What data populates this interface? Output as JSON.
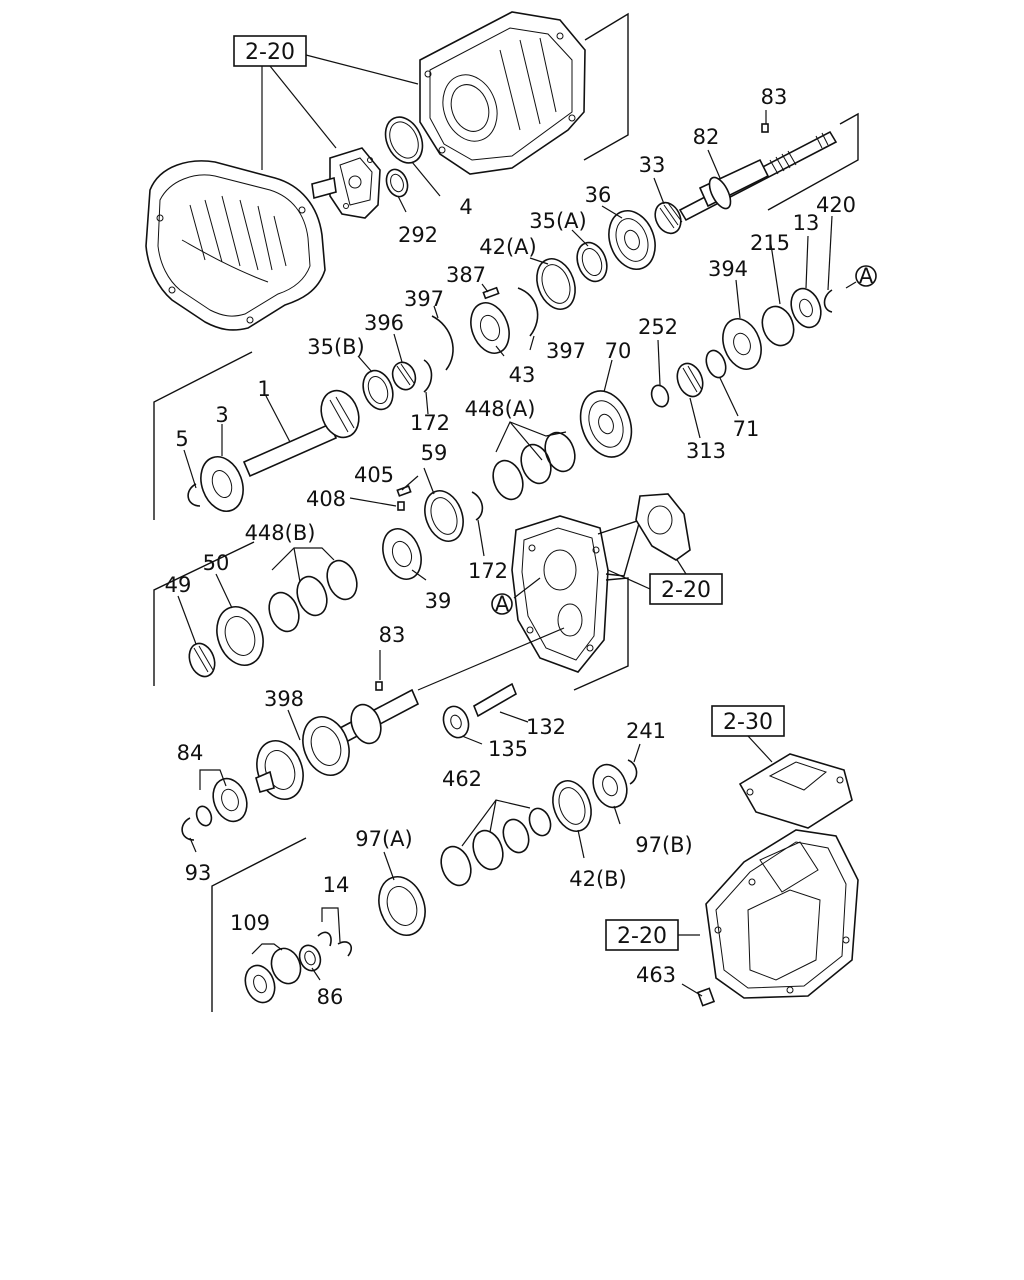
{
  "labels": {
    "p83a": "83",
    "p82": "82",
    "p33": "33",
    "p36": "36",
    "p35a": "35(A)",
    "p42a": "42(A)",
    "p4": "4",
    "p292": "292",
    "p387": "387",
    "p397a": "397",
    "p397b": "397",
    "p396": "396",
    "p35b": "35(B)",
    "p43": "43",
    "p172a": "172",
    "p172b": "172",
    "p1": "1",
    "p3": "3",
    "p5": "5",
    "p448a": "448(A)",
    "p70": "70",
    "p252": "252",
    "p394": "394",
    "p215": "215",
    "p13": "13",
    "p420": "420",
    "p313": "313",
    "p71": "71",
    "p405": "405",
    "p408": "408",
    "p59": "59",
    "p39": "39",
    "p448b": "448(B)",
    "p50": "50",
    "p49": "49",
    "p83b": "83",
    "p398": "398",
    "p132": "132",
    "p135": "135",
    "p84": "84",
    "p93": "93",
    "p462": "462",
    "p241": "241",
    "p97b": "97(B)",
    "p97a": "97(A)",
    "p42b": "42(B)",
    "p14": "14",
    "p109": "109",
    "p86": "86",
    "p463": "463",
    "circA1": "A",
    "circA2": "A"
  },
  "refs": {
    "r1": "2-20",
    "r2": "2-20",
    "r3": "2-30",
    "r4": "2-20"
  }
}
